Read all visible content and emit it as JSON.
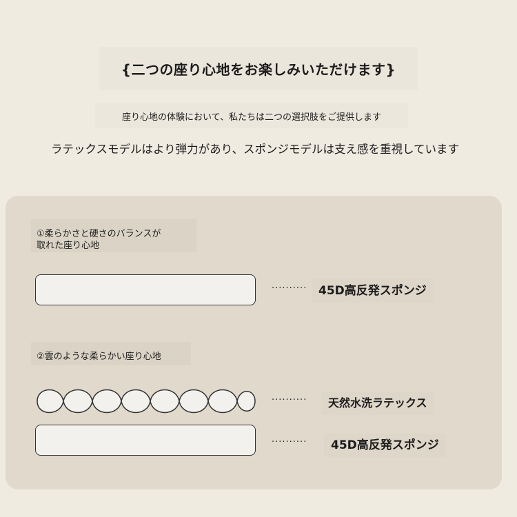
{
  "header": {
    "title": "{二つの座り心地をお楽しみいただけます}",
    "subtitle": "座り心地の体験において、私たちは二つの選択肢をご提供します",
    "intro": "ラテックスモデルはより弾力があり、スポンジモデルは支え感を重視しています"
  },
  "section1": {
    "label_line1": "①柔らかさと硬さのバランスが",
    "label_line2": "取れた座り心地",
    "dots": "··········",
    "layer_label": "45D高反発スポンジ"
  },
  "section2": {
    "label": "②雲のような柔らかい座り心地",
    "top_dots": "··········",
    "top_layer_label": "天然水洗ラテックス",
    "bottom_dots": "··········",
    "bottom_layer_label": "45D高反発スポンジ"
  },
  "colors": {
    "background": "#efebe1",
    "panel": "#e0d9cc",
    "layer_fill": "#f2f1ee",
    "outline": "#333333"
  }
}
